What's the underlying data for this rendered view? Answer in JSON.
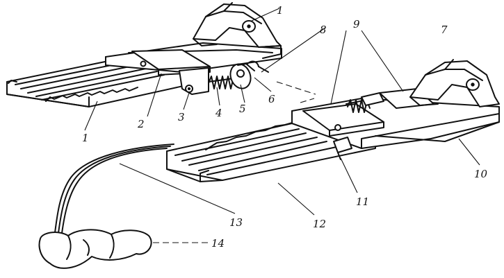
{
  "figure": {
    "callouts": [
      {
        "id": "c1a",
        "label": "1"
      },
      {
        "id": "c1b",
        "label": "1"
      },
      {
        "id": "c2",
        "label": "2"
      },
      {
        "id": "c3",
        "label": "3"
      },
      {
        "id": "c4",
        "label": "4"
      },
      {
        "id": "c5",
        "label": "5"
      },
      {
        "id": "c6",
        "label": "6"
      },
      {
        "id": "c7",
        "label": "7"
      },
      {
        "id": "c8",
        "label": "8"
      },
      {
        "id": "c9",
        "label": "9"
      },
      {
        "id": "c10",
        "label": "10"
      },
      {
        "id": "c11",
        "label": "11"
      },
      {
        "id": "c12",
        "label": "12"
      },
      {
        "id": "c13",
        "label": "13"
      },
      {
        "id": "c14",
        "label": "14"
      }
    ]
  }
}
